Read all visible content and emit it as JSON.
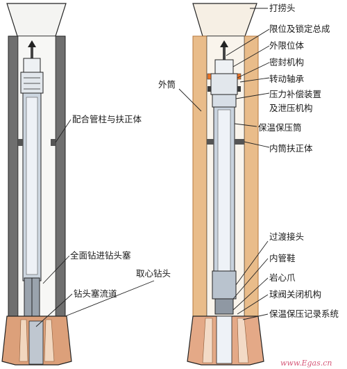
{
  "colors": {
    "outer_wall": "#e9bc8a",
    "outer_wall_edge": "#b5773e",
    "left_wall": "#6f6f6f",
    "bit": "#dca07a",
    "inner_tube": "#dfe6ee",
    "pipe": "#c9d3de",
    "line": "#222222",
    "watermark": "#d65a7a"
  },
  "left_labels": {
    "pipe_string": "配合管柱与扶正体",
    "full_face_plug": "全面钻进钻头塞",
    "plug_channel": "钻头塞流道",
    "coring_bit": "取心钻头"
  },
  "right_labels": {
    "fishing_head": "打捞头",
    "limit_lock": "限位及锁定总成",
    "outer_limiter": "外限位体",
    "seal_mechanism": "密封机构",
    "rotary_bearing": "转动轴承",
    "pressure_comp_1": "压力补偿装置",
    "pressure_comp_2": "及泄压机构",
    "outer_barrel": "外筒",
    "insulated_barrel": "保温保压筒",
    "inner_centralizer": "内筒扶正体",
    "transition_joint": "过渡接头",
    "inner_shoe": "内管鞋",
    "core_claw": "岩心爪",
    "ball_valve": "球阀关闭机构",
    "recording_system": "保温保压记录系统"
  },
  "watermark": "www.Egas.cn"
}
